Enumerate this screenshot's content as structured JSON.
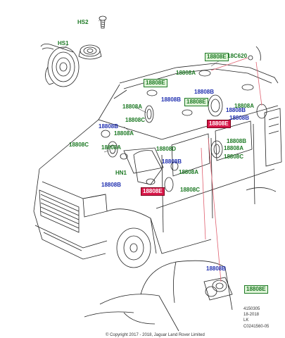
{
  "labels": {
    "hs2": "HS2",
    "hs1": "HS1",
    "hn1": "HN1",
    "c18620": "18C620",
    "l18808e_1": "18808E",
    "l18808e_2": "18808E",
    "l18808e_3": "18808E",
    "l18808e_4": "18808E",
    "l18808e_5": "18808E",
    "l18808e_6": "18808E",
    "l18808a_1": "18808A",
    "l18808a_2": "18808A",
    "l18808a_3": "18808A",
    "l18808a_4": "18808A",
    "l18808a_5": "18808A",
    "l18808a_6": "18808A",
    "l18808a_7": "18808A",
    "l18808b_1": "18808B",
    "l18808b_2": "18808B",
    "l18808b_3": "18808B",
    "l18808b_4": "18808B",
    "l18808b_5": "18808B",
    "l18808b_6": "18808B",
    "l18808b_7": "18808B",
    "l18808b_8": "18808B",
    "l18808c_1": "18808C",
    "l18808c_2": "18808C",
    "l18808c_3": "18808C",
    "l18808c_4": "18808C",
    "l18808d": "18808D"
  },
  "footer": {
    "ref": "4150305",
    "date": "18-2018",
    "region": "LK",
    "code": "C0241560-05",
    "copyright": "© Copyright 2017 - 2018, Jaguar Land Rover Limited"
  },
  "colors": {
    "green_label": "#1e7a25",
    "blue_label": "#1f2fb0",
    "highlight_red": "#d8184a",
    "green_box_fill": "#dff3d8",
    "leader_red": "#e06070"
  }
}
